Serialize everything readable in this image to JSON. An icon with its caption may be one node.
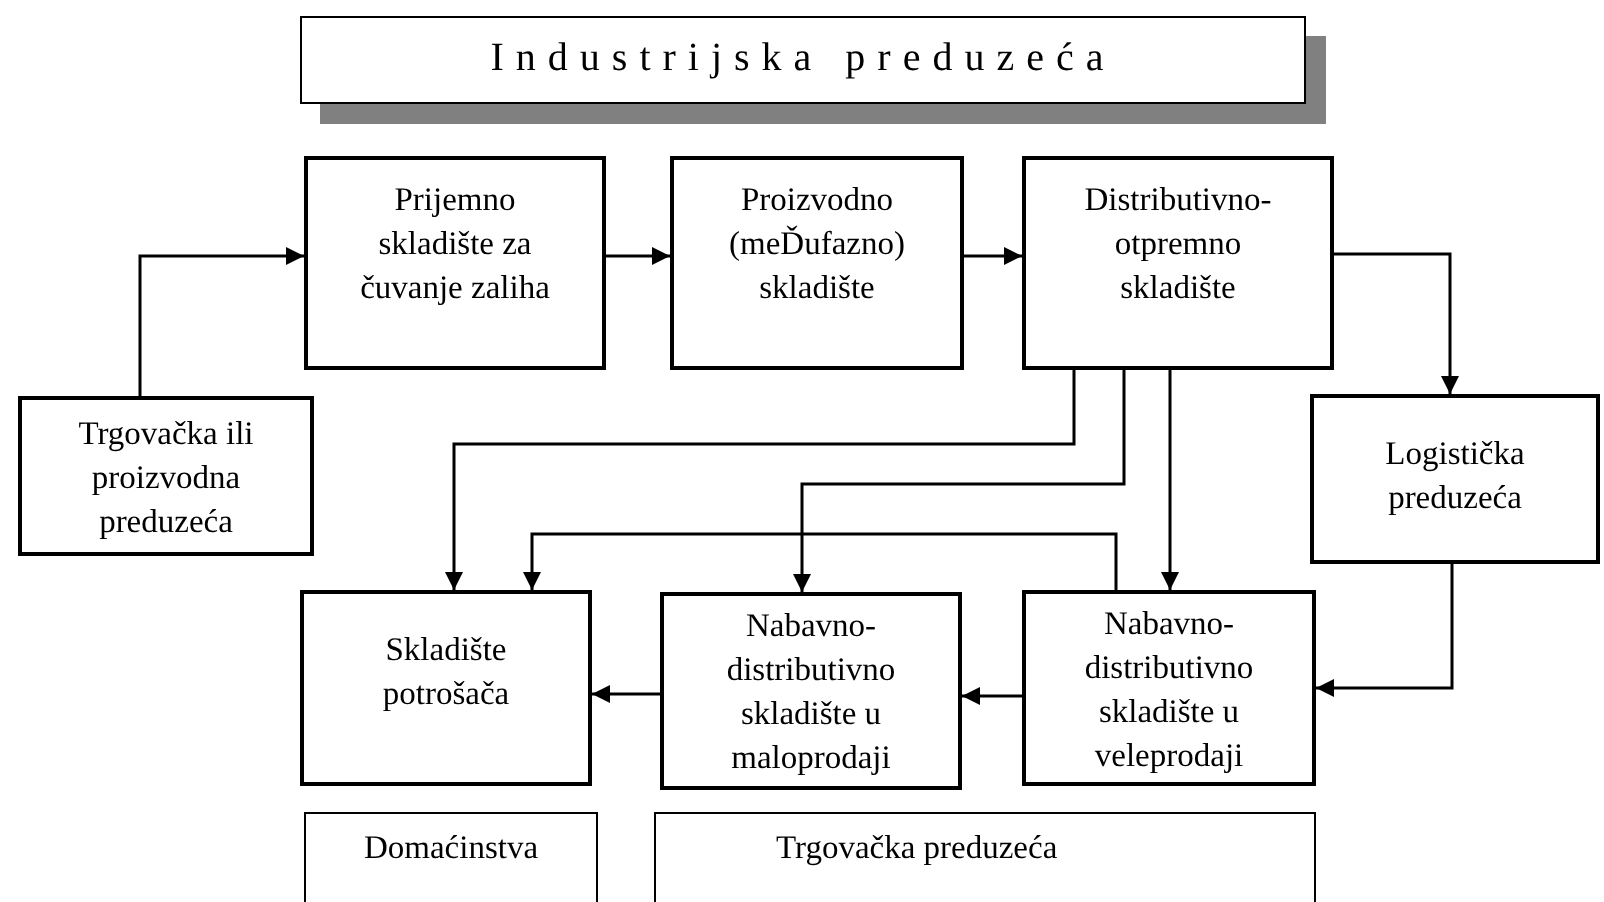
{
  "diagram": {
    "nodes": [
      {
        "text": [
          "Industrijska preduzeća"
        ]
      },
      {
        "text": [
          "Prijemno skladište za čuvanje zaliha"
        ]
      },
      {
        "text": [
          "Proizvodno (meĎufazno) skladište"
        ]
      },
      {
        "text": [
          "Distributivno-otpremno skladište"
        ]
      },
      {
        "text": [
          "Trgovačka ili proizvodna preduzeća"
        ]
      },
      {
        "text": [
          "Logistička preduzeća"
        ]
      },
      {
        "text": [
          "Skladište potrošača"
        ]
      },
      {
        "text": [
          "Nabavno-distributivno skladište u maloprodaji"
        ]
      },
      {
        "text": [
          "Nabavno-distributivno skladište u veleprodaji"
        ]
      },
      {
        "text": [
          "Domaćinstva"
        ]
      },
      {
        "text": [
          "Trgovačka preduzeća"
        ]
      }
    ],
    "edges": [
      {
        "from": 4,
        "to": 1,
        "arrow": "to"
      },
      {
        "from": 1,
        "to": 2,
        "arrow": "to"
      },
      {
        "from": 2,
        "to": 3,
        "arrow": "to"
      },
      {
        "from": 3,
        "to": 5,
        "arrow": "to"
      },
      {
        "from": 3,
        "to": 6,
        "arrow": "to"
      },
      {
        "from": 3,
        "to": 7,
        "arrow": "to"
      },
      {
        "from": 3,
        "to": 8,
        "arrow": "to"
      },
      {
        "from": 8,
        "to": 6,
        "arrow": "to"
      },
      {
        "from": 5,
        "to": 8,
        "arrow": "to"
      },
      {
        "from": 8,
        "to": 7,
        "arrow": "to"
      },
      {
        "from": 7,
        "to": 6,
        "arrow": "to"
      }
    ]
  }
}
